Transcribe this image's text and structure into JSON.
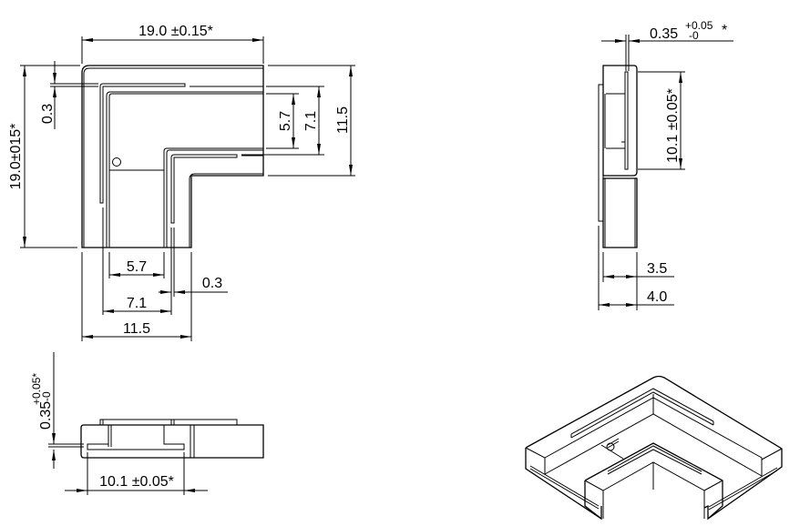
{
  "top_view": {
    "width_overall": "19.0 ±0.15*",
    "height_overall": "19.0±015*",
    "wall_gap": "0.3",
    "right_inner": "5.7",
    "right_mid": "7.1",
    "right_outer": "11.5",
    "bottom_inner": "5.7",
    "bottom_gap": "0.3",
    "bottom_mid": "7.1",
    "bottom_outer": "11.5"
  },
  "side_view": {
    "thickness_main": "0.35",
    "thickness_plus": "+0.05",
    "thickness_minus": "-0",
    "thickness_star": "*",
    "height_dim": "10.1 ±0.05*",
    "depth_inner": "3.5",
    "depth_outer": "4.0"
  },
  "bottom_view": {
    "thickness_dim": "0.35",
    "thickness_tol": "+0.05*",
    "thickness_minus": "-0",
    "width_dim": "10.1 ±0.05*"
  }
}
